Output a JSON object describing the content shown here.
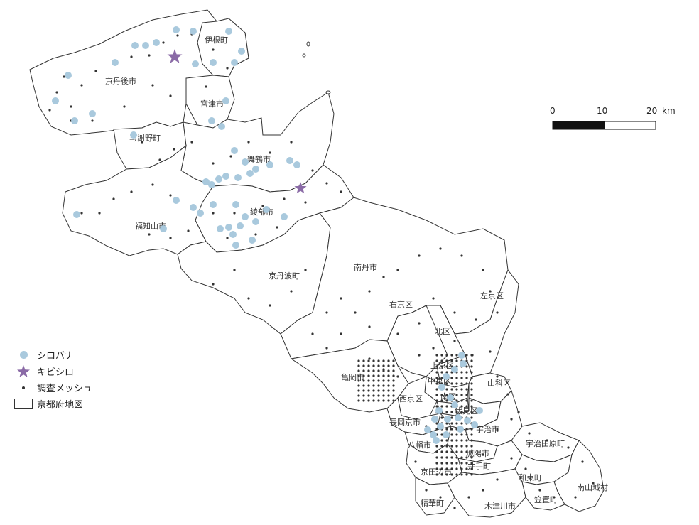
{
  "colors": {
    "shirobana": "#a9c9dd",
    "kibishiro": "#8a6aa6",
    "mesh": "#333333",
    "border": "#333333",
    "fill": "#ffffff"
  },
  "legend": {
    "shirobana_label": "シロバナ",
    "kibishiro_label": "キビシロ",
    "mesh_label": "調査メッシュ",
    "map_label": "京都府地図",
    "shirobana_icon": "light-blue-circle",
    "kibishiro_icon": "purple-star",
    "mesh_icon": "small-dark-dot",
    "map_icon": "outlined-rectangle"
  },
  "scale": {
    "ticks": [
      "0",
      "10",
      "20"
    ],
    "unit": "km"
  },
  "municipalities": [
    "伊根町",
    "京丹後市",
    "宮津市",
    "与謝野町",
    "舞鶴市",
    "福知山市",
    "綾部市",
    "京丹波町",
    "南丹市",
    "右京区",
    "左京区",
    "北区",
    "上京区",
    "中京区",
    "亀岡市",
    "西京区",
    "南区",
    "山科区",
    "伏見区",
    "長岡京市",
    "宇治市",
    "八幡市",
    "宇治田原町",
    "城陽市",
    "井手町",
    "京田辺市",
    "和束町",
    "南山城村",
    "精華町",
    "木津川市",
    "笠置町"
  ],
  "kibishiro_count": 2
}
